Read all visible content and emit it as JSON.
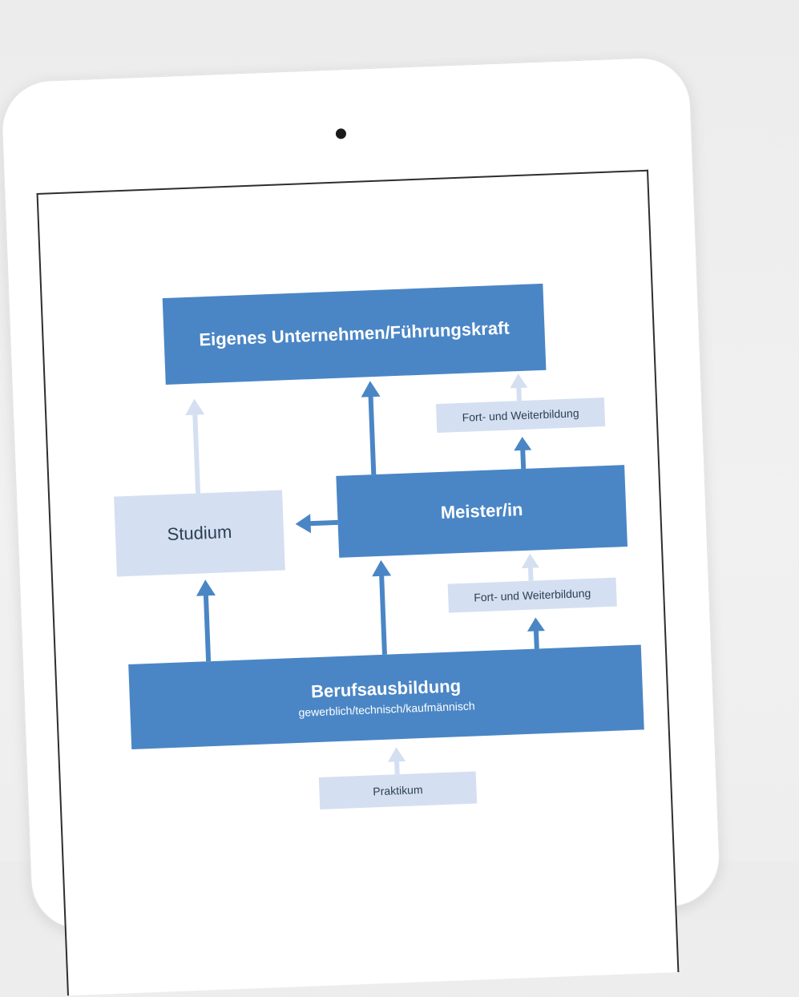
{
  "diagram": {
    "top_box": "Eigenes Unternehmen/Führungskraft",
    "fort_top": "Fort- und Weiterbildung",
    "studium": "Studium",
    "meister": "Meister/in",
    "fort_mid": "Fort- und Weiterbildung",
    "berufsausbildung": "Berufsausbildung",
    "berufsausbildung_sub": "gewerblich/technisch/kaufmännisch",
    "praktikum": "Praktikum"
  },
  "colors": {
    "dark_blue": "#4a86c5",
    "light_blue": "#d4e0f1",
    "bezel": "#ffffff",
    "background": "#ececec"
  }
}
